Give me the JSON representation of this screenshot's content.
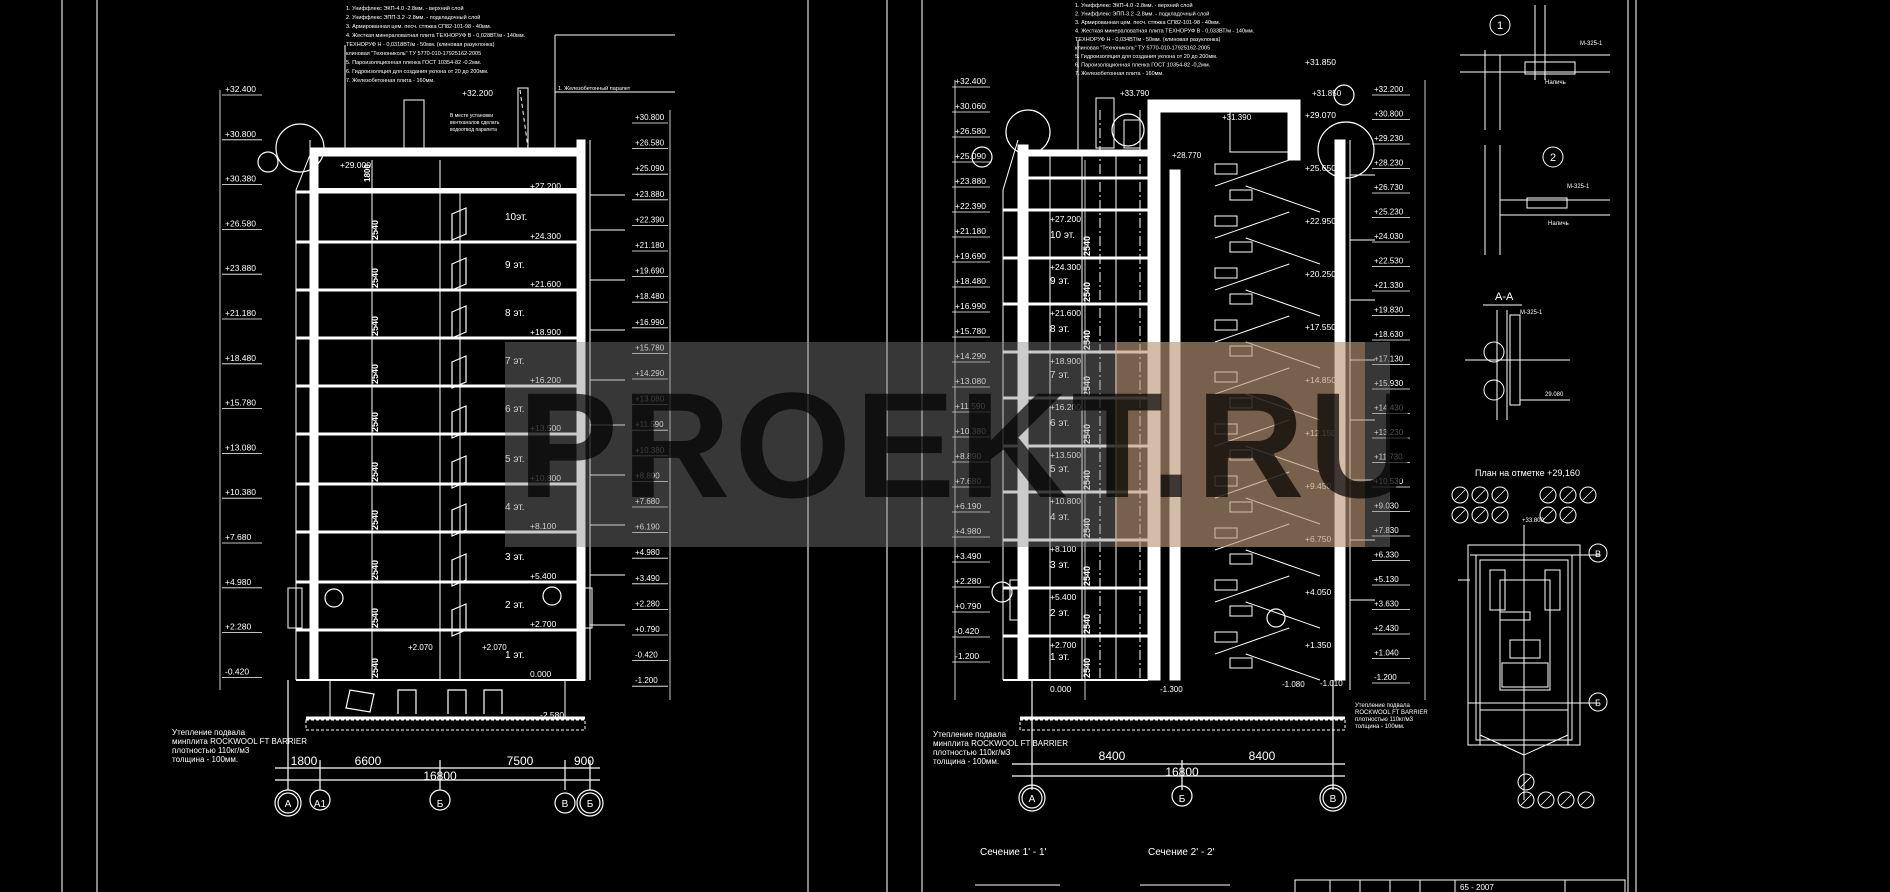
{
  "watermark": "PROEKT.RU",
  "left_section": {
    "floors": [
      "1 эт.",
      "2 эт.",
      "3 эт.",
      "4 эт.",
      "5 эт.",
      "6 эт.",
      "7 эт.",
      "8 эт.",
      "9 эт.",
      "10эт."
    ],
    "floor_elevations": [
      "0.000",
      "+2.700",
      "+5.400",
      "+8.100",
      "+10.800",
      "+13.500",
      "+16.200",
      "+18.900",
      "+21.600",
      "+24.300",
      "+27.200"
    ],
    "left_marks": [
      "+32.400",
      "+30.800",
      "+30.380",
      "+26.580",
      "+23.880",
      "+21.180",
      "+18.480",
      "+15.780",
      "+13.080",
      "+10.380",
      "+7.680",
      "+4.980",
      "+2.280",
      "-0.420"
    ],
    "right_marks": [
      "+30.800",
      "+26.580",
      "+25.090",
      "+23.880",
      "+22.390",
      "+21.180",
      "+19.690",
      "+18.480",
      "+16.990",
      "+15.780",
      "+14.290",
      "+13.080",
      "+11.590",
      "+10.380",
      "+8.890",
      "+7.680",
      "+6.190",
      "+4.980",
      "+3.490",
      "+2.280",
      "+0.790",
      "-0.420",
      "-1.200"
    ],
    "roof_mark": "+32.200",
    "parapet_mark": "+29.000",
    "basement_mark": "-2.580",
    "room_height": "2540",
    "landing_mark": "+2.070",
    "dims": [
      "1800",
      "6600",
      "7500",
      "900"
    ],
    "total_dim": "16800",
    "axes": [
      "А",
      "А1",
      "Б",
      "В",
      "Б"
    ],
    "insulation_note": [
      "Утепление подвала",
      "минплита ROCKWOOL FT BARRIER",
      "плотностью 110кг/м3",
      "толщина - 100мм."
    ],
    "roof_layers": [
      "1. Униффлекс ЭКП-4.0 -2.8мм. - верхний слой",
      "2. Униффлекс ЭПП-3.2 -2.8мм. - подкладочный слой",
      "3. Армированная цем. песч. стяжка СП82-101-98 - 40мм.",
      "4. Жесткая минераловатная плита ТЕХНОРУФ В - 0,028ВТ/м - 140мм.",
      "ТЕХНОРУФ Н - 0,0318ВТ/м - 50мм. (клиновая разуклонка)",
      "клиновая \"Технониколь\" ТУ 5770-010-17925162-2005",
      "5. Пароизоляционная пленка ГОСТ 10354-82 -0.2мм.",
      "6. Гидроизоляция для создания уклона от 20 до 200мм.",
      "7. Железобетонная плита - 160мм."
    ],
    "side_notes": [
      "1. Железобетонный парапет"
    ],
    "vent_note": [
      "В месте установки",
      "вентканалов сделать",
      "водоотвод парапета"
    ]
  },
  "right_section": {
    "floors": [
      "1 эт.",
      "2 эт.",
      "3 эт.",
      "4 эт.",
      "5 эт.",
      "6 эт.",
      "7 эт.",
      "8 эт.",
      "9 эт.",
      "10 эт."
    ],
    "floor_elevations": [
      "0.000",
      "+2.700",
      "+5.400",
      "+8.100",
      "+10.800",
      "+13.500",
      "+16.200",
      "+18.900",
      "+21.600",
      "+24.300",
      "+27.200"
    ],
    "left_marks": [
      "+32.400",
      "+30.060",
      "+26.580",
      "+25.090",
      "+23.880",
      "+22.390",
      "+21.180",
      "+19.690",
      "+18.480",
      "+16.990",
      "+15.780",
      "+14.290",
      "+13.080",
      "+11.590",
      "+10.380",
      "+8.890",
      "+7.680",
      "+6.190",
      "+4.980",
      "+3.490",
      "+2.280",
      "+0.790",
      "-0.420",
      "-1.200"
    ],
    "stair_marks": [
      "+1.350",
      "+4.050",
      "+6.750",
      "+9.450",
      "+12.150",
      "+14.850",
      "+17.550",
      "+20.250",
      "+22.950",
      "+25.650",
      "+29.070",
      "+31.850"
    ],
    "right_marks": [
      "+32.200",
      "+30.800",
      "+29.230",
      "+28.230",
      "+26.730",
      "+25.230",
      "+24.030",
      "+22.530",
      "+21.330",
      "+19.830",
      "+18.630",
      "+17.130",
      "+15.930",
      "+14.430",
      "+13.230",
      "+11.730",
      "+10.530",
      "+9.030",
      "+7.830",
      "+6.330",
      "+5.130",
      "+3.630",
      "+2.430",
      "+1.040",
      "-1.200"
    ],
    "extra_marks": [
      "+33.790",
      "+31.850",
      "+28.770",
      "+31.390",
      "-1.300",
      "-1.080",
      "-1.010"
    ],
    "room_height": "2540",
    "dims": [
      "8400",
      "8400"
    ],
    "total_dim": "16800",
    "axes": [
      "А",
      "Б",
      "В"
    ],
    "insulation_note": [
      "Утепление подвала",
      "минплита ROCKWOOL FT BARRIER",
      "плотностью 110кг/м3",
      "толщина - 100мм."
    ],
    "insulation_note2": [
      "Утепление подвала",
      "ROCKWOOL FT BARRIER",
      "плотностью 110кг/м3",
      "толщина - 100мм."
    ],
    "roof_layers": [
      "1. Униффлекс ЭКП-4.0 -2.8мм. - верхний слой",
      "2. Униффлекс ЭПП-3.2 -2.8мм. - подкладочный слой",
      "3. Армированная цем. песч. стяжка СП82-101-98 - 40мм.",
      "4. Жесткая минераловатная плита ТЕХНОРУФ В - 0,033ВТ/м - 140мм.",
      "ТЕХНОРУФ Н - 0,034ВТ/м - 50мм. (клиновая разуклонка)",
      "клиновая \"Технониколь\" ТУ 5770-010-17925162-2005",
      "5. Гидроизоляция для создания уклона от 20 до 200мм.",
      "6. Пароизоляционная пленка ГОСТ 10354-82 -0,2мм.",
      "7. Железобетонная плита - 160мм."
    ],
    "section_titles": [
      "Сечение 1' - 1'",
      "Сечение 2' - 2'"
    ],
    "stamp": "65 - 2007"
  },
  "details": {
    "node_labels": [
      "1",
      "2"
    ],
    "item_labels": [
      "М-325-1",
      "Наличь"
    ],
    "aa_title": "А-А",
    "aa_item": "М-325-1",
    "plan_title": "План на отметке +29,160",
    "plan_mark": "+33.800",
    "plan_axes": [
      "В",
      "Б"
    ],
    "plan_label": "29.080"
  }
}
